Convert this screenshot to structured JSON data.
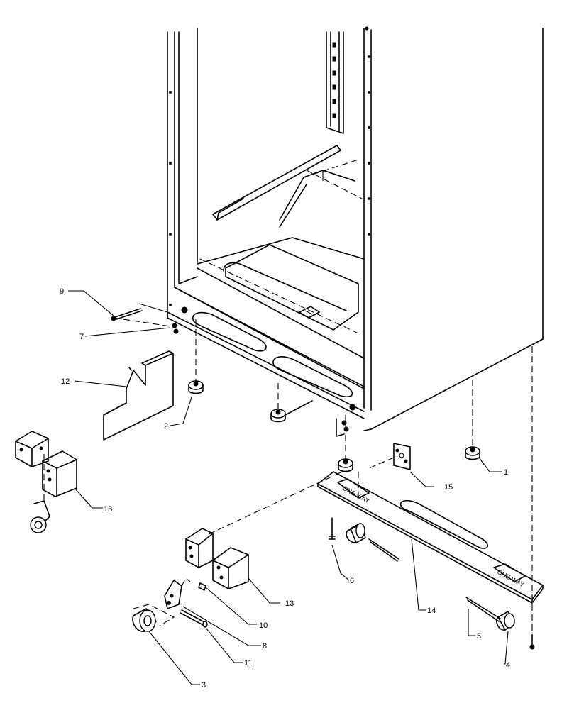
{
  "diagram": {
    "callouts": [
      "9",
      "7",
      "12",
      "2",
      "13",
      "1",
      "15",
      "6",
      "14",
      "13",
      "10",
      "8",
      "11",
      "3",
      "5",
      "4"
    ]
  }
}
